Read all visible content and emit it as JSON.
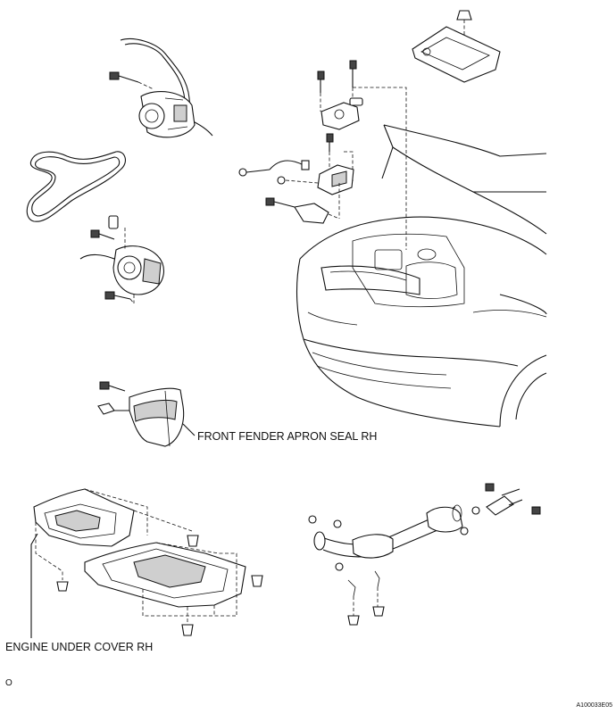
{
  "labels": {
    "front_fender_apron_seal": "FRONT FENDER APRON SEAL RH",
    "engine_under_cover": "ENGINE UNDER COVER RH",
    "marker": "O",
    "figure_code": "A100033E05"
  }
}
